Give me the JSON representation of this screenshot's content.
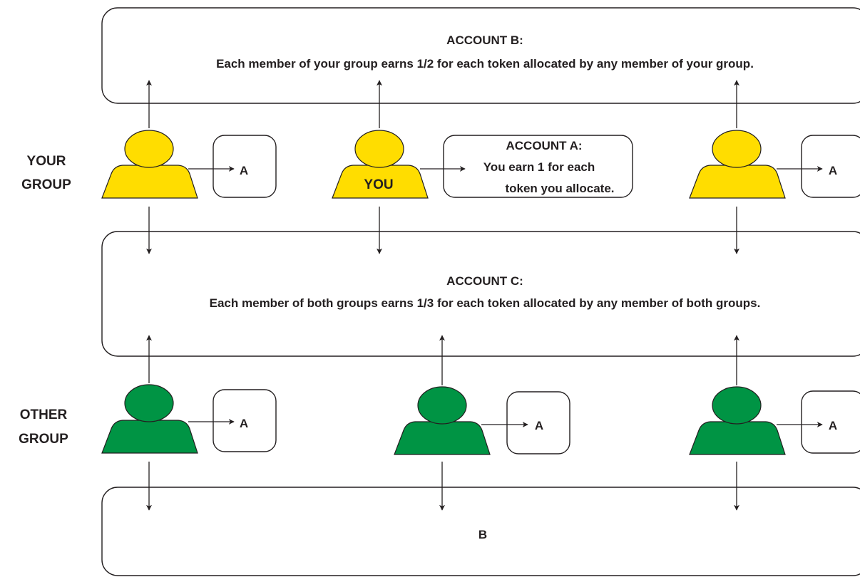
{
  "colors": {
    "your_group_fill": "#ffdd00",
    "other_group_fill": "#009444",
    "line": "#231f20",
    "text": "#231f20"
  },
  "row_labels": {
    "your_group": [
      "YOUR",
      "GROUP"
    ],
    "other_group": [
      "OTHER",
      "GROUP"
    ]
  },
  "account_b": {
    "title": "ACCOUNT B:",
    "text": "Each member of your group earns 1/2 for each token allocated by any member of your group."
  },
  "account_c": {
    "title": "ACCOUNT C:",
    "text": "Each member of both groups earns 1/3 for each token allocated by any member of both groups."
  },
  "account_a_you": {
    "title": "ACCOUNT A:",
    "lines": [
      "You earn 1 for each",
      "token you allocate."
    ]
  },
  "you_label": "YOU",
  "account_a_short_label": "A",
  "bottom_box_label": "B"
}
